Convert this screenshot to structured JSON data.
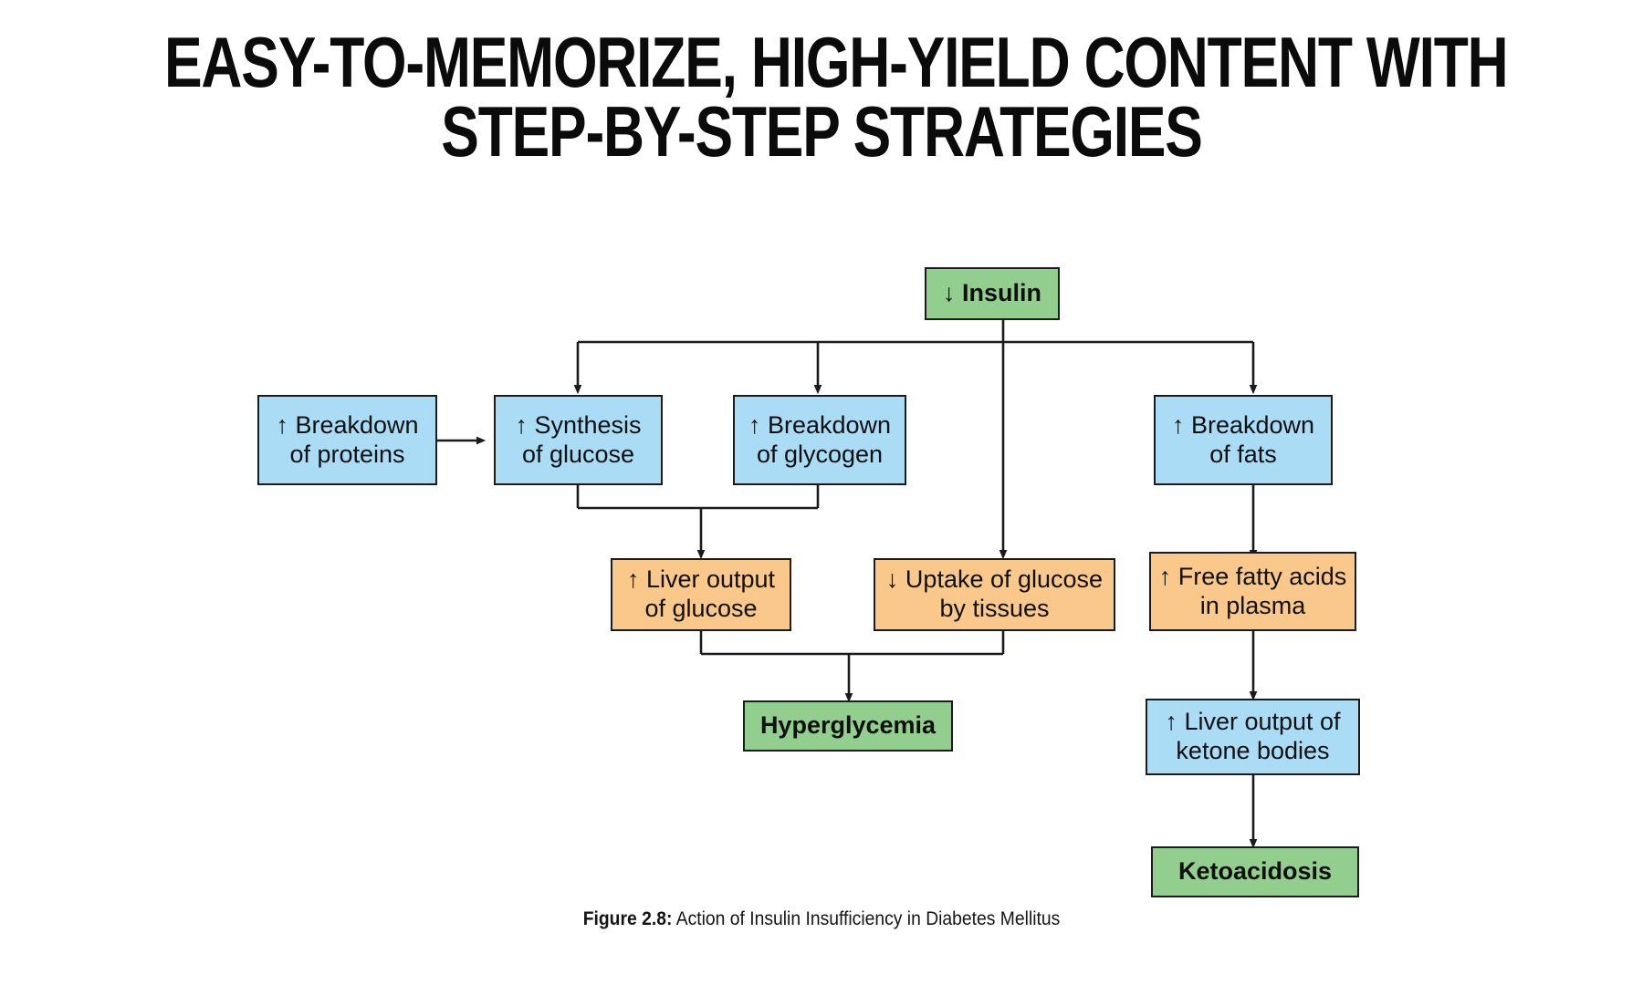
{
  "title": {
    "line1": "EASY-TO-MEMORIZE, HIGH-YIELD CONTENT WITH",
    "line2": "STEP-BY-STEP STRATEGIES"
  },
  "figure": {
    "caption_label": "Figure 2.8:",
    "caption_text": " Action of Insulin Insufficiency in Diabetes Mellitus",
    "colors": {
      "green": "#92ce8d",
      "blue": "#aadcf5",
      "orange": "#f9c88a",
      "stroke": "#1b1b1b",
      "text": "#101010"
    },
    "nodes": {
      "insulin": {
        "label": "↓ Insulin",
        "color": "green"
      },
      "breakdown_proteins": {
        "label": "↑ Breakdown\nof proteins",
        "color": "blue"
      },
      "synthesis_glucose": {
        "label": "↑ Synthesis\nof glucose",
        "color": "blue"
      },
      "breakdown_glycogen": {
        "label": "↑ Breakdown\nof glycogen",
        "color": "blue"
      },
      "breakdown_fats": {
        "label": "↑ Breakdown\nof fats",
        "color": "blue"
      },
      "liver_output_glucose": {
        "label": "↑ Liver output\nof glucose",
        "color": "orange"
      },
      "uptake_glucose": {
        "label": "↓ Uptake of glucose\nby tissues",
        "color": "orange"
      },
      "free_fatty_acids": {
        "label": "↑ Free fatty acids\nin plasma",
        "color": "orange"
      },
      "hyperglycemia": {
        "label": "Hyperglycemia",
        "color": "green"
      },
      "liver_output_ketone": {
        "label": "↑ Liver output of\nketone bodies",
        "color": "blue"
      },
      "ketoacidosis": {
        "label": "Ketoacidosis",
        "color": "green"
      }
    },
    "edges": [
      {
        "from": "insulin",
        "to": "synthesis_glucose"
      },
      {
        "from": "insulin",
        "to": "breakdown_glycogen"
      },
      {
        "from": "insulin",
        "to": "uptake_glucose"
      },
      {
        "from": "insulin",
        "to": "breakdown_fats"
      },
      {
        "from": "breakdown_proteins",
        "to": "synthesis_glucose"
      },
      {
        "from": "synthesis_glucose",
        "to": "liver_output_glucose"
      },
      {
        "from": "breakdown_glycogen",
        "to": "liver_output_glucose"
      },
      {
        "from": "liver_output_glucose",
        "to": "hyperglycemia"
      },
      {
        "from": "uptake_glucose",
        "to": "hyperglycemia"
      },
      {
        "from": "breakdown_fats",
        "to": "free_fatty_acids"
      },
      {
        "from": "free_fatty_acids",
        "to": "liver_output_ketone"
      },
      {
        "from": "liver_output_ketone",
        "to": "ketoacidosis"
      }
    ]
  }
}
